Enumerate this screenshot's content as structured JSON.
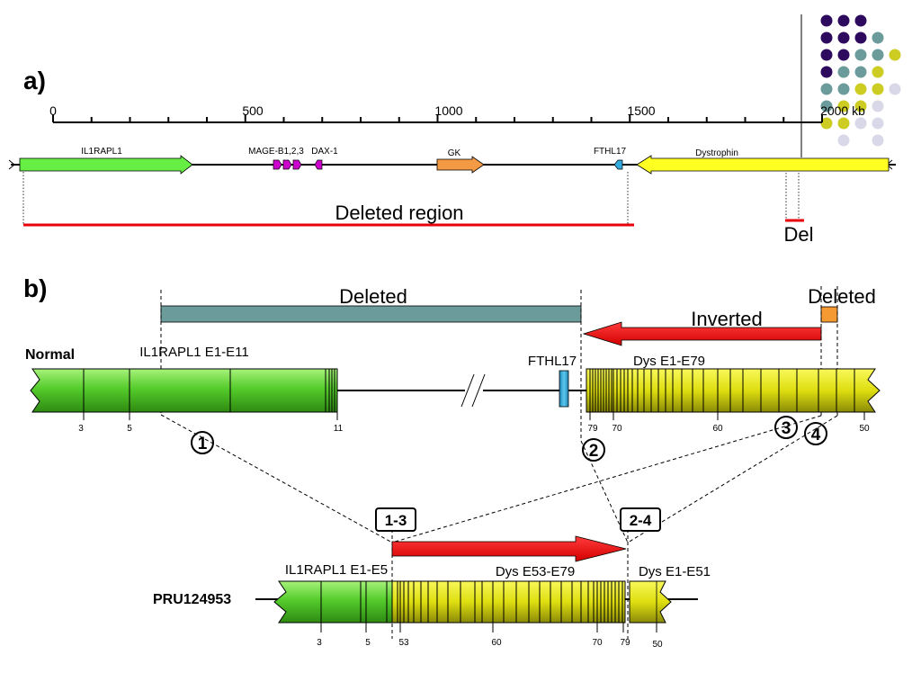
{
  "panel_a": {
    "label": "a)",
    "scale_ticks": [
      "0",
      "500",
      "1000",
      "1500",
      "2000 kb"
    ],
    "genes": {
      "il1rapl1": "IL1RAPL1",
      "mage": "MAGE-B1,2,3",
      "dax1": "DAX-1",
      "gk": "GK",
      "fthl17": "FTHL17",
      "dystrophin": "Dystrophin"
    },
    "deleted_region": "Deleted region",
    "del": "Del",
    "colors": {
      "il1rapl1": "#66ee44",
      "mage": "#cc00cc",
      "gk": "#f59a44",
      "fthl17": "#33aadd",
      "dystrophin": "#ffff22",
      "deletion_line": "#e8000b"
    }
  },
  "panel_b": {
    "label": "b)",
    "deleted_left": "Deleted",
    "deleted_right": "Deleted",
    "inverted": "Inverted",
    "normal_label": "Normal",
    "normal_il1rapl1": "IL1RAPL1 E1-E11",
    "normal_fthl17": "FTHL17",
    "normal_dys": "Dys E1-E79",
    "normal_ticks": [
      "3",
      "5",
      "11",
      "79",
      "70",
      "60",
      "50"
    ],
    "breakpoints": [
      "1",
      "2",
      "3",
      "4"
    ],
    "junctions": [
      "1-3",
      "2-4"
    ],
    "patient_label": "PRU124953",
    "patient_il1rapl1": "IL1RAPL1 E1-E5",
    "patient_dys_a": "Dys E53-E79",
    "patient_dys_b": "Dys E1-E51",
    "patient_ticks": [
      "3",
      "5",
      "53",
      "60",
      "70",
      "79",
      "50"
    ],
    "colors": {
      "deleted_bar": "#6b9b9b",
      "deleted_small": "#f59a33",
      "inverted_arrow": "#e8000b",
      "green_gene": "#44cc22",
      "yellow_gene": "#eeee00"
    }
  },
  "decor": {
    "dot_colors": [
      "#2e0a5e",
      "#6b9b9b",
      "#cccc22",
      "#d8d8e8"
    ]
  }
}
